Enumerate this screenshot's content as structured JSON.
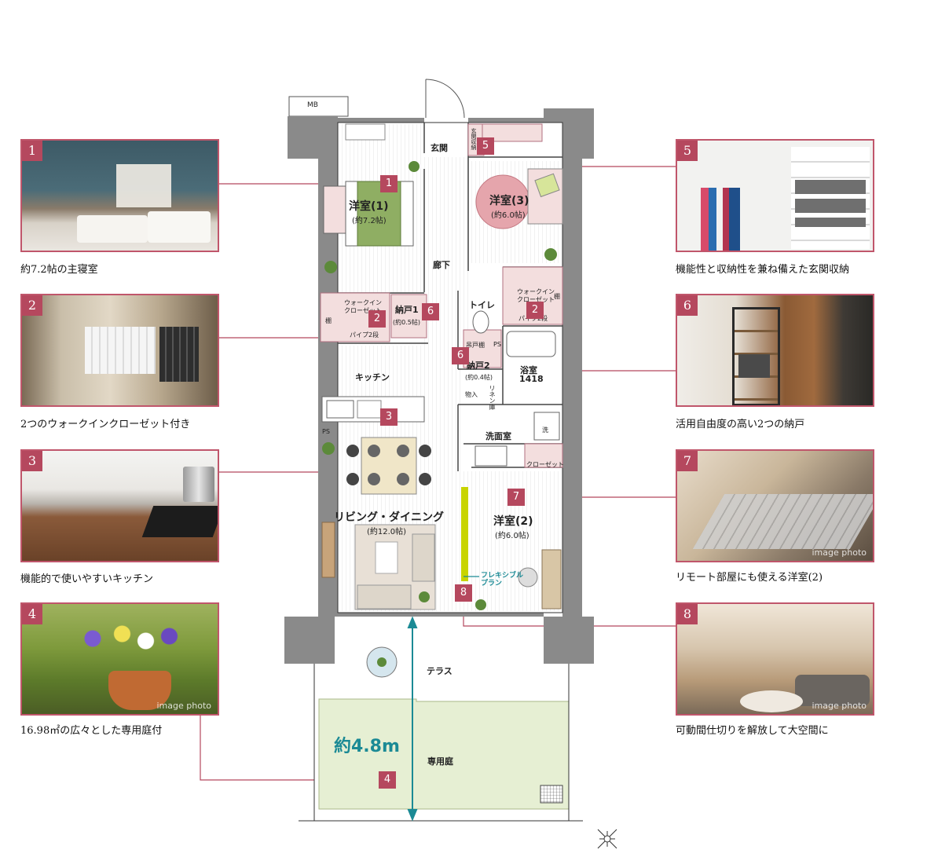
{
  "plan": {
    "rooms": {
      "mb": "MB",
      "genkan": "玄関",
      "genkan_storage": "玄関収納",
      "western1": "洋室(1)",
      "western1_size": "(約7.2帖)",
      "western3": "洋室(3)",
      "western3_size": "(約6.0帖)",
      "hallway": "廊下",
      "wic_left": "ウォークイン\nクローゼット",
      "wic_right": "ウォークイン\nクローゼット",
      "pipe_left": "パイプ2段",
      "pipe_right": "パイプ2段",
      "shelf": "棚",
      "nando1": "納戸1",
      "nando1_size": "(約0.5帖)",
      "toilet": "トイレ",
      "nando2": "納戸2",
      "nando2_size": "(約0.4帖)",
      "bath": "浴室",
      "bath_size": "1418",
      "kitchen": "キッチン",
      "washroom": "洗面室",
      "closet": "クローゼット",
      "living": "リビング・ダイニング",
      "living_size": "(約12.0帖)",
      "western2": "洋室(2)",
      "western2_size": "(約6.0帖)",
      "flexible": "フレキシブル\nプラン",
      "terrace": "テラス",
      "garden": "専用庭",
      "width_label": "約4.8m",
      "ps": "PS",
      "monoire": "物入",
      "linen": "リネン庫",
      "toilet_shelf": "吊戸棚",
      "wash_mark": "洗"
    },
    "markers": [
      "1",
      "2",
      "2",
      "3",
      "4",
      "5",
      "6",
      "6",
      "7",
      "8"
    ]
  },
  "photos": [
    {
      "num": "1",
      "caption": "約7.2帖の主寝室",
      "watermark": ""
    },
    {
      "num": "2",
      "caption": "2つのウォークインクローゼット付き",
      "watermark": ""
    },
    {
      "num": "3",
      "caption": "機能的で使いやすいキッチン",
      "watermark": ""
    },
    {
      "num": "4",
      "caption": "16.98㎡の広々とした専用庭付",
      "watermark": "image photo"
    },
    {
      "num": "5",
      "caption": "機能性と収納性を兼ね備えた玄関収納",
      "watermark": ""
    },
    {
      "num": "6",
      "caption": "活用自由度の高い2つの納戸",
      "watermark": ""
    },
    {
      "num": "7",
      "caption": "リモート部屋にも使える洋室(2)",
      "watermark": "image photo"
    },
    {
      "num": "8",
      "caption": "可動間仕切りを解放して大空間に",
      "watermark": "image photo"
    }
  ],
  "colors": {
    "accent": "#b5485e",
    "wall": "#8a8a8a",
    "room_pink": "#f3dede",
    "garden": "#e6efd3",
    "dimension": "#1b8a95",
    "flex_wall": "#c8d400"
  },
  "icons": [
    "compass-icon",
    "plant-icon",
    "bed-icon",
    "sofa-icon",
    "table-icon",
    "toilet-icon",
    "bathtub-icon",
    "sink-icon",
    "drain-grate-icon"
  ]
}
